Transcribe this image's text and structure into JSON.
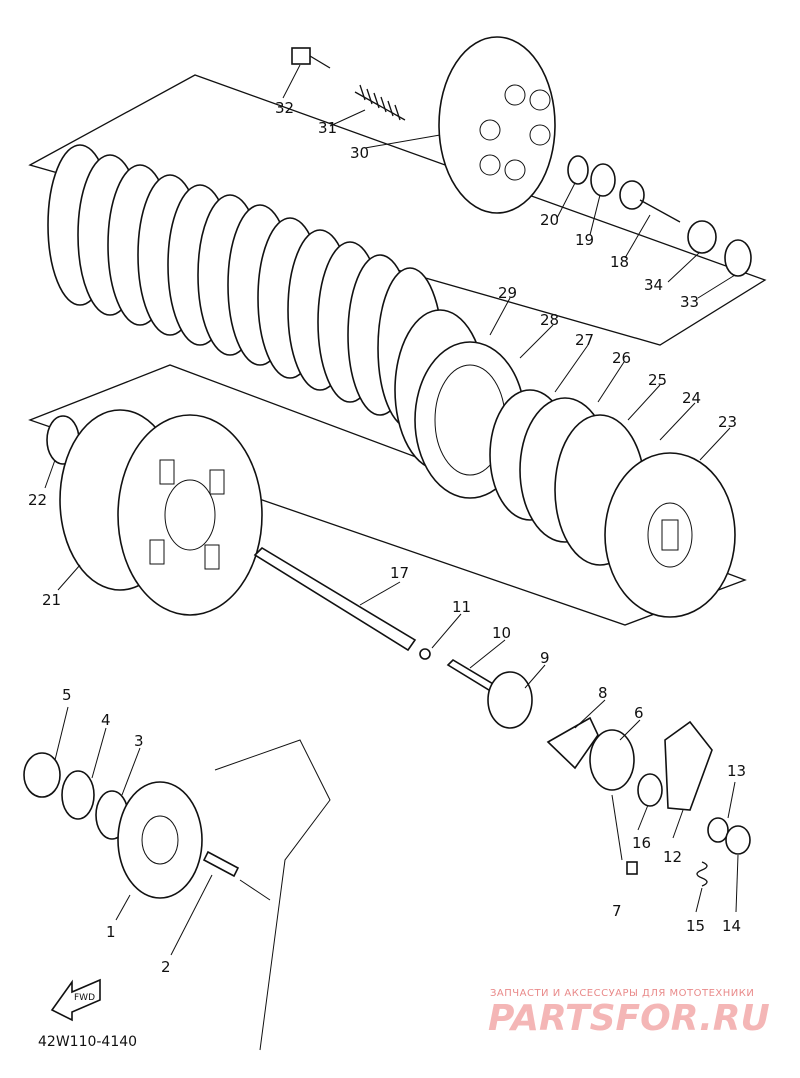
{
  "diagram": {
    "part_code": "42W110-4140",
    "fwd_label": "FWD",
    "watermark": {
      "tagline": "ЗАПЧАСТИ И АКСЕССУАРЫ ДЛЯ МОТОТЕХНИКИ",
      "brand": "PARTSFOR.RU"
    },
    "callouts": [
      "1",
      "2",
      "3",
      "4",
      "5",
      "6",
      "7",
      "8",
      "9",
      "10",
      "11",
      "12",
      "13",
      "14",
      "15",
      "16",
      "17",
      "18",
      "19",
      "20",
      "21",
      "22",
      "23",
      "24",
      "25",
      "26",
      "27",
      "28",
      "29",
      "30",
      "31",
      "32",
      "33",
      "34"
    ]
  }
}
